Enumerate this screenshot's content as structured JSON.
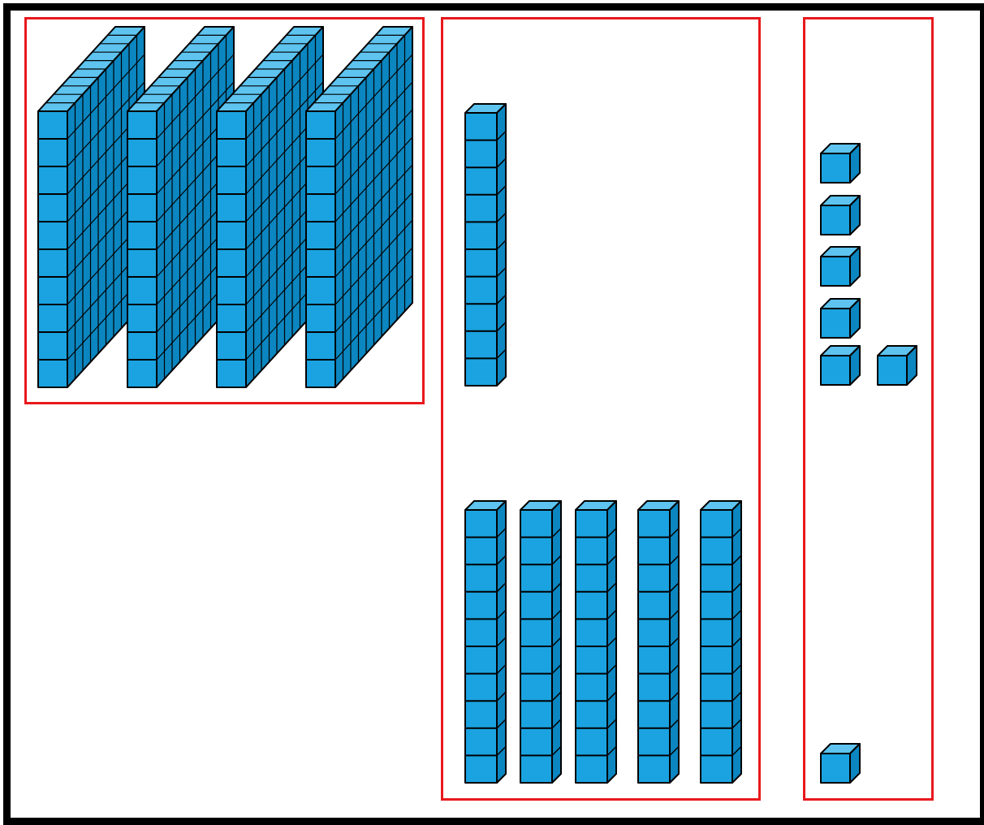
{
  "blocks": {
    "hundreds": 4,
    "tens_top": 1,
    "tens_bottom": 5,
    "ones_column": 5,
    "ones_side": 1,
    "ones_bottom": 1
  },
  "colors": {
    "cube_front": "#1aa3e0",
    "cube_top": "#5ec3ef",
    "cube_side": "#0b86c0",
    "cube_edge": "#000000",
    "box_border": "#e8191d",
    "frame": "#000000",
    "background": "#ffffff"
  }
}
